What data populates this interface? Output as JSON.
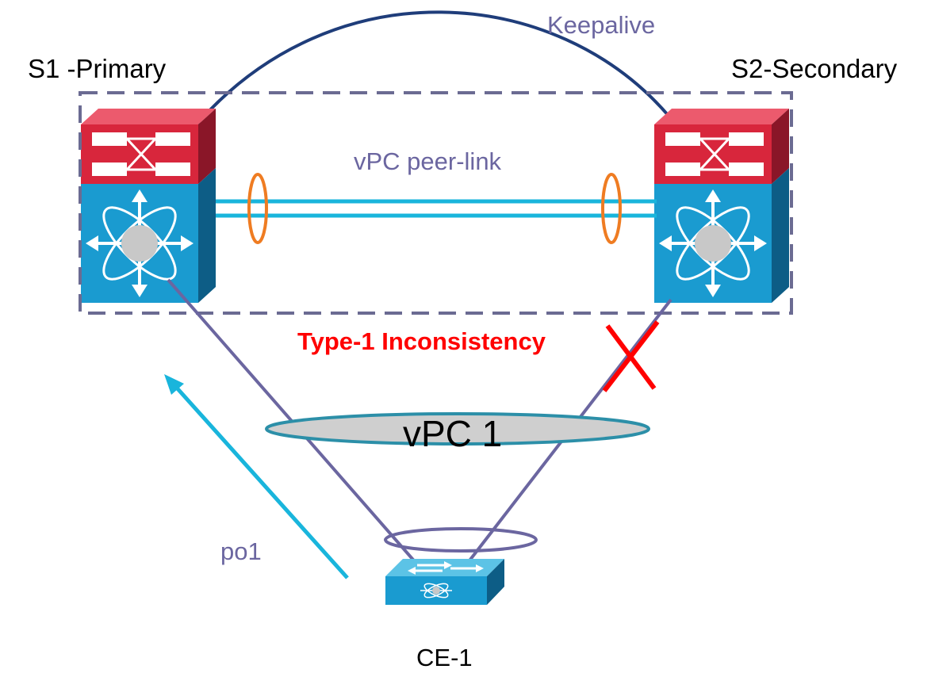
{
  "labels": {
    "keepalive": "Keepalive",
    "s1": "S1 -Primary",
    "s2": "S2-Secondary",
    "peer_link": "vPC peer-link",
    "inconsistency": "Type-1 Inconsistency",
    "vpc": "vPC 1",
    "po": "po1",
    "ce": "CE-1"
  },
  "colors": {
    "link_purple": "#6b66a0",
    "keepalive_navy": "#1f3d7a",
    "peer_link_cyan": "#19b5dc",
    "bundle_orange": "#ef7c22",
    "router_red": "#d8263c",
    "switch_blue": "#1a9bd0",
    "error_red": "#ff0000",
    "vpc_ellipse_fill": "#cfcfcf",
    "vpc_ellipse_stroke": "#2c8fa8"
  },
  "icons": {
    "s1": "nexus-switch-icon",
    "s2": "nexus-switch-icon",
    "ce": "workgroup-switch-icon",
    "failure": "x-mark-icon",
    "traffic": "arrow-icon"
  }
}
